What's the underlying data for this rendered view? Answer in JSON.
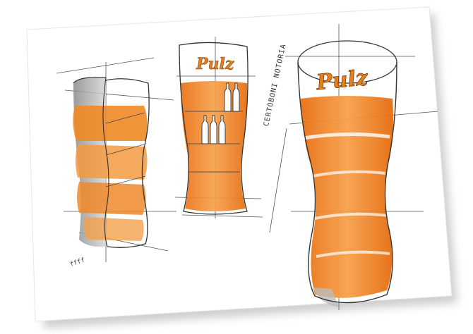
{
  "image": {
    "subject": "",
    "colors": {
      "paper": "#ffffff",
      "shadow": "#d9d9d9",
      "orange": "#f28a1e",
      "orange_dark": "#e06d0c",
      "grey_marker": "#9a9a9a",
      "ink": "#3a3a3a"
    }
  },
  "annotations": {
    "side_note": "CERTOBONI NOTORIA",
    "scribble_bottom_left": "ffff"
  },
  "logo": {
    "text": "Pulz"
  }
}
